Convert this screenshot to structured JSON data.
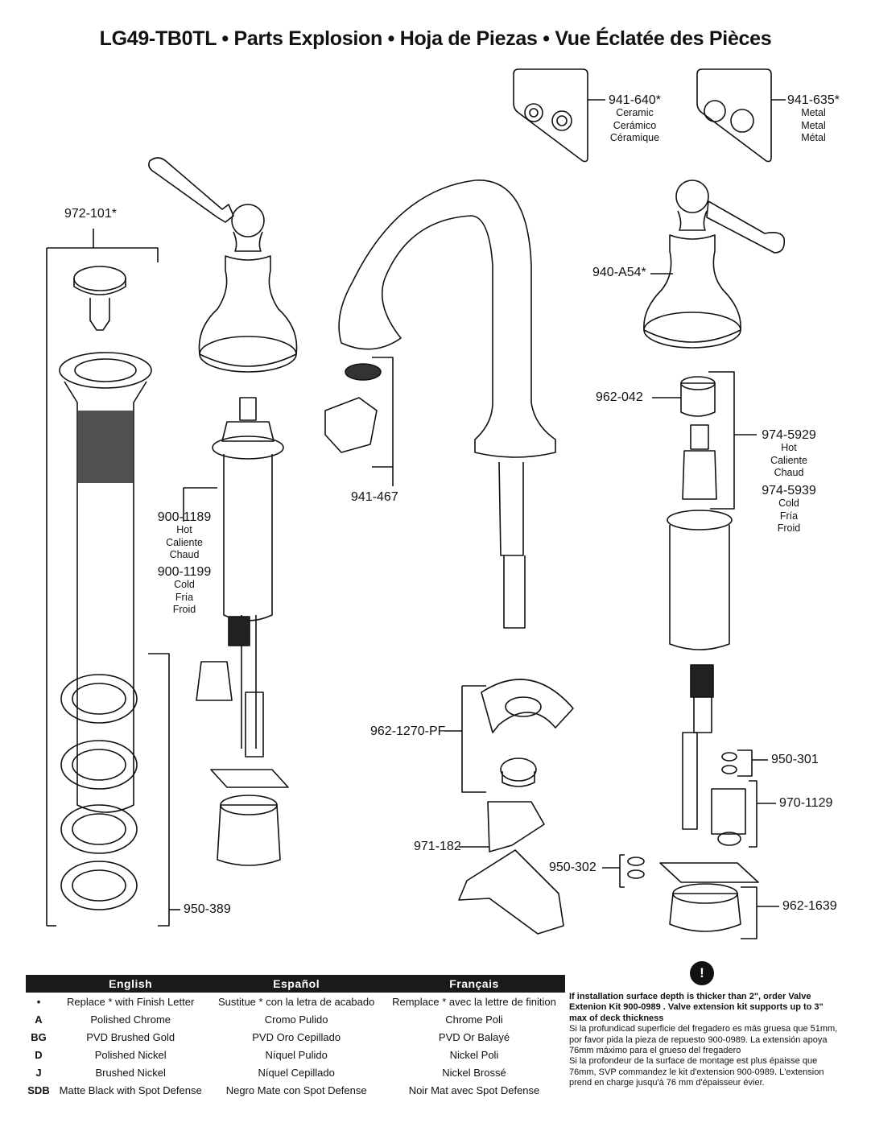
{
  "title": "LG49-TB0TL  •  Parts Explosion  •  Hoja de Piezas •  Vue Éclatée des Pièces",
  "parts": {
    "p941_640": {
      "number": "941-640*",
      "lines": [
        "Ceramic",
        "Cerámico",
        "Céramique"
      ]
    },
    "p941_635": {
      "number": "941-635*",
      "lines": [
        "Metal",
        "Metal",
        "Métal"
      ]
    },
    "p972_101": {
      "number": "972-101*"
    },
    "p940_A54": {
      "number": "940-A54*"
    },
    "p962_042": {
      "number": "962-042"
    },
    "p974_5929": {
      "number": "974-5929",
      "lines": [
        "Hot",
        "Caliente",
        "Chaud"
      ]
    },
    "p974_5939": {
      "number": "974-5939",
      "lines": [
        "Cold",
        "Fría",
        "Froid"
      ]
    },
    "p900_1189": {
      "number": "900-1189",
      "lines": [
        "Hot",
        "Caliente",
        "Chaud"
      ]
    },
    "p900_1199": {
      "number": "900-1199",
      "lines": [
        "Cold",
        "Fría",
        "Froid"
      ]
    },
    "p941_467": {
      "number": "941-467"
    },
    "p962_1270": {
      "number": "962-1270-PF"
    },
    "p950_301": {
      "number": "950-301"
    },
    "p970_1129": {
      "number": "970-1129"
    },
    "p971_182": {
      "number": "971-182"
    },
    "p950_302": {
      "number": "950-302"
    },
    "p950_389": {
      "number": "950-389"
    },
    "p962_1639": {
      "number": "962-1639"
    }
  },
  "finish_table": {
    "headers": [
      "English",
      "Español",
      "Français"
    ],
    "rows": [
      {
        "code": "•",
        "en": "Replace * with Finish Letter",
        "es": "Sustitue * con la letra de acabado",
        "fr": "Remplace * avec la lettre de finition"
      },
      {
        "code": "A",
        "en": "Polished Chrome",
        "es": "Cromo Pulido",
        "fr": "Chrome Poli"
      },
      {
        "code": "BG",
        "en": "PVD Brushed Gold",
        "es": "PVD Oro Cepillado",
        "fr": "PVD Or Balayé"
      },
      {
        "code": "D",
        "en": "Polished Nickel",
        "es": "Níquel Pulido",
        "fr": "Nickel Poli"
      },
      {
        "code": "J",
        "en": "Brushed Nickel",
        "es": "Níquel Cepillado",
        "fr": "Nickel Brossé"
      },
      {
        "code": "SDB",
        "en": "Matte Black with Spot Defense",
        "es": "Negro Mate con Spot Defense",
        "fr": "Noir Mat avec Spot Defense"
      }
    ]
  },
  "note": {
    "icon": "!",
    "bold": "If installation surface depth is thicker than 2\", order Valve Extenion Kit 900-0989 . Valve extension kit supports up to 3\" max of deck thickness",
    "es": "Si la profundicad superficie del fregadero es más gruesa que 51mm, por favor pida la pieza de repuesto 900-0989. La extensión apoya 76mm máximo para el grueso del fregadero",
    "fr": "Si la profondeur de la surface de montage est plus épaisse que 76mm, SVP commandez le kit d'extension 900-0989. L'extension prend en charge jusqu'à 76 mm d'épaisseur évier."
  }
}
